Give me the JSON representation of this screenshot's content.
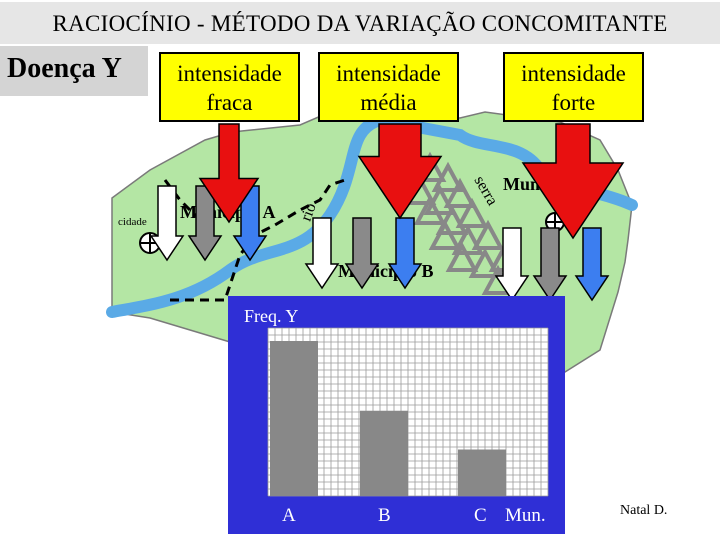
{
  "title": "RACIOCÍNIO -  MÉTODO DA VARIAÇÃO CONCOMITANTE",
  "disease_label": "Doença Y",
  "intensity_boxes": [
    {
      "line1": "intensidade",
      "line2": "fraca"
    },
    {
      "line1": "intensidade",
      "line2": "média"
    },
    {
      "line1": "intensidade",
      "line2": "forte"
    }
  ],
  "map": {
    "municipio_a": "Município A",
    "municipio_b": "Município B",
    "municipio_c": "Muni",
    "cidade": "cidade",
    "rio": "rio",
    "serra": "serra",
    "colors": {
      "land": "#b4e6a4",
      "land_stroke": "#7a7a7a",
      "river": "#5aaae6",
      "mountain": "#888888",
      "arrow_red": "#e81010",
      "arrow_gray": "#8a8a8a",
      "arrow_blue": "#3c7ef0",
      "arrow_white": "#ffffff"
    }
  },
  "chart_data": {
    "type": "bar",
    "categories": [
      "A",
      "B",
      "C"
    ],
    "values": [
      100,
      55,
      30
    ],
    "ylabel": "Freq. Y",
    "xlabel": "Mun.",
    "colors": {
      "panel": "#2f2fd6",
      "grid_bg": "#ffffff",
      "grid_line": "#9a9a9a",
      "bar": "#888888"
    }
  },
  "credit": "Natal D."
}
